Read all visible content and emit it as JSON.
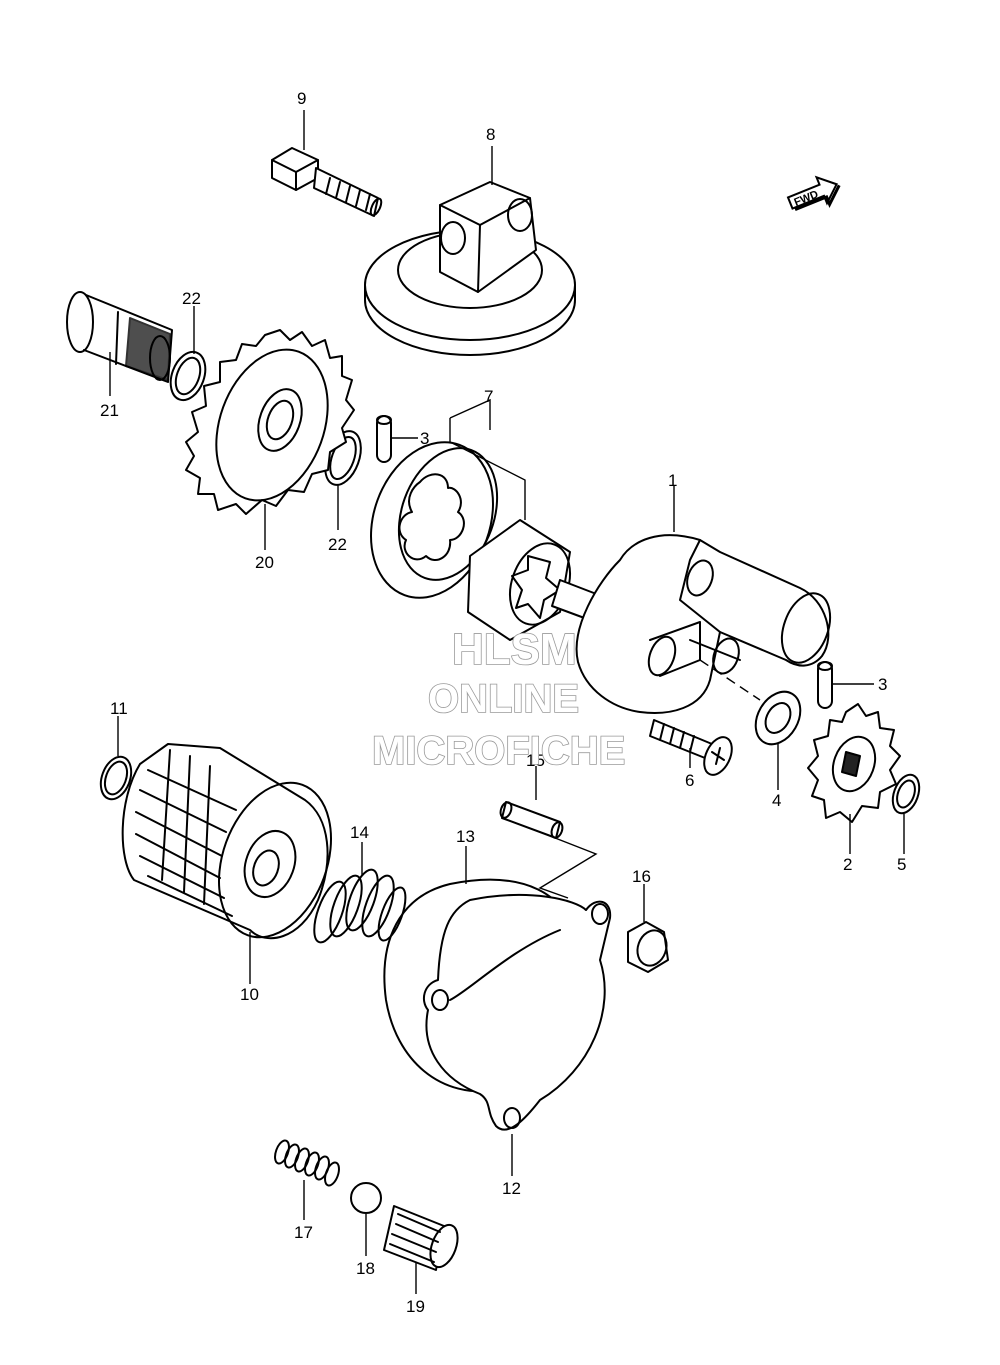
{
  "watermark": {
    "line1": "HLSM",
    "line2": "ONLINE",
    "line3": "MICROFICHE"
  },
  "fwd_badge": {
    "label": "FWD",
    "icon": "forward-arrow-icon"
  },
  "callouts": {
    "c1": "1",
    "c2": "2",
    "c3a": "3",
    "c3b": "3",
    "c4": "4",
    "c5": "5",
    "c6": "6",
    "c7": "7",
    "c8": "8",
    "c9": "9",
    "c10": "10",
    "c11": "11",
    "c12": "12",
    "c13": "13",
    "c14": "14",
    "c15": "15",
    "c16": "16",
    "c17": "17",
    "c18": "18",
    "c19": "19",
    "c20": "20",
    "c21": "21",
    "c22a": "22",
    "c22b": "22"
  }
}
